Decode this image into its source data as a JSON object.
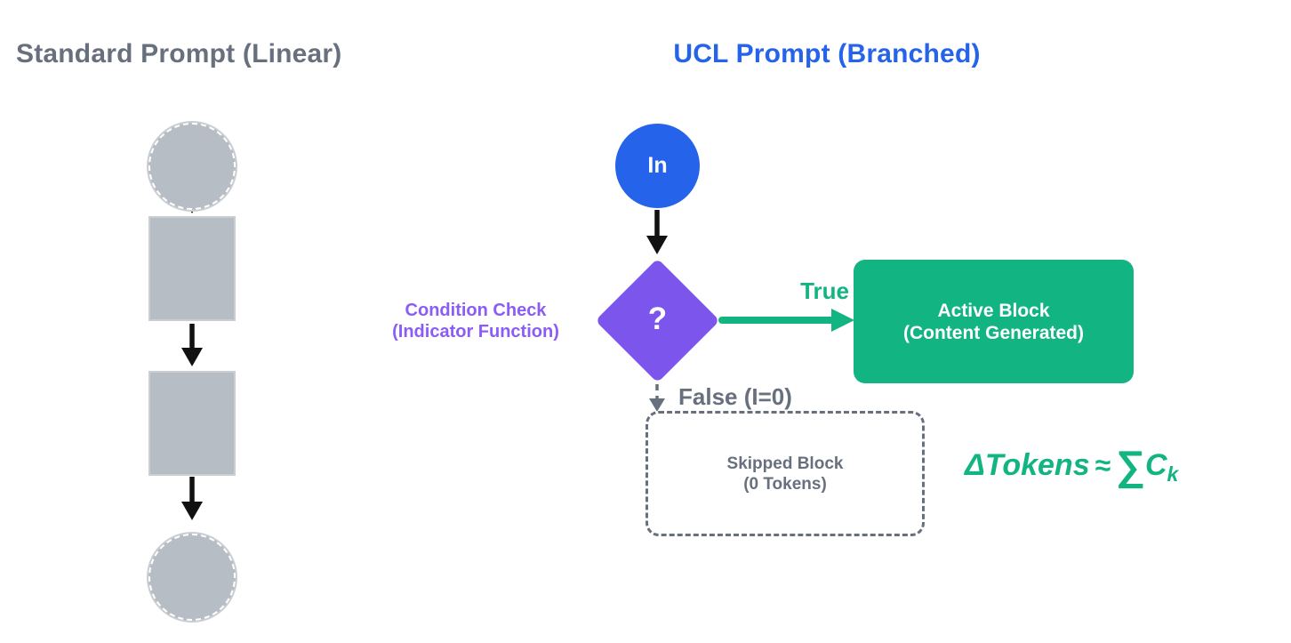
{
  "left_panel": {
    "title": "Standard Prompt (Linear)",
    "shape_names": [
      "start-circle",
      "block-1",
      "block-2",
      "end-circle"
    ]
  },
  "right_panel": {
    "title": "UCL Prompt (Branched)",
    "in_node": {
      "label": "In"
    },
    "condition_node": {
      "symbol": "?",
      "label_line1": "Condition Check",
      "label_line2": "(Indicator Function)"
    },
    "true_branch": {
      "label": "True",
      "block_line1": "Active Block",
      "block_line2": "(Content Generated)"
    },
    "false_branch": {
      "label": "False (I=0)",
      "block_line1": "Skipped Block",
      "block_line2": "(0 Tokens)"
    },
    "formula": {
      "delta_term": "ΔTokens",
      "approx": "≈",
      "sum": "∑",
      "base": "C",
      "subscript": "k"
    }
  },
  "colors": {
    "blue": "#2563eb",
    "purple": "#7c55ec",
    "purple-text": "#8b5cf6",
    "green": "#12b582",
    "gray-text": "#68707e",
    "shape-gray": "#b7bdc5",
    "shape-border": "#c9ced3",
    "black": "#111111"
  }
}
